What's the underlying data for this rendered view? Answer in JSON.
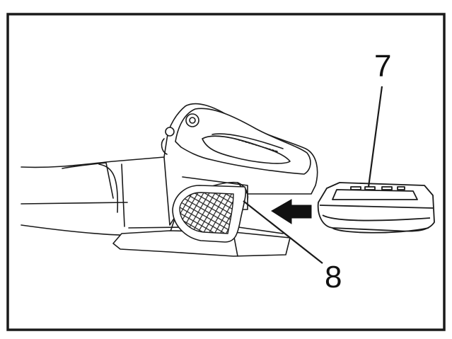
{
  "diagram": {
    "callouts": [
      {
        "id": "7",
        "text": "7"
      },
      {
        "id": "8",
        "text": "8"
      }
    ],
    "colors": {
      "line": "#1a1a1a",
      "fill": "#ffffff",
      "arrow": "#111111",
      "grille": "#222222"
    },
    "icons": [
      "insert-direction-arrow"
    ]
  }
}
